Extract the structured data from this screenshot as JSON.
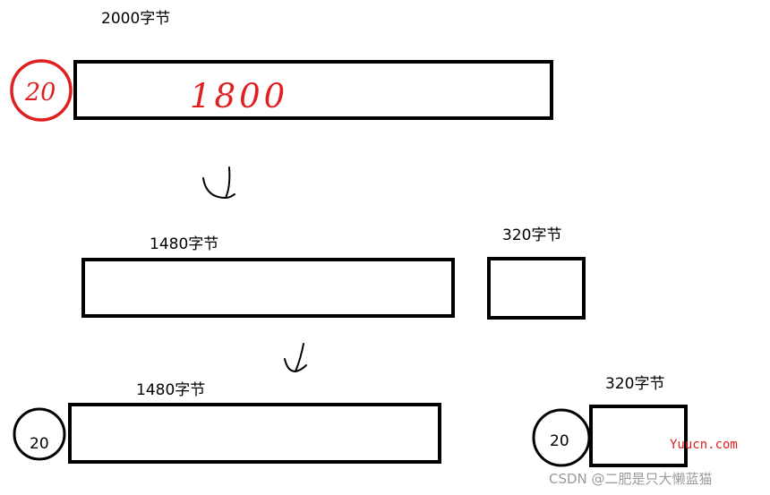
{
  "stage1": {
    "size_label": "2000字节",
    "header_value": "20",
    "payload_value": "1800"
  },
  "stage2": {
    "left_label": "1480字节",
    "right_label": "320字节"
  },
  "stage3": {
    "left_label": "1480字节",
    "right_label": "320字节",
    "left_header": "20",
    "right_header": "20"
  },
  "colors": {
    "ink": "#000000",
    "handwriting": "#e02020",
    "watermark_gray": "#9a9a9a"
  },
  "watermarks": {
    "site": "Yuucn.com",
    "author": "CSDN @二肥是只大懒蓝猫"
  }
}
